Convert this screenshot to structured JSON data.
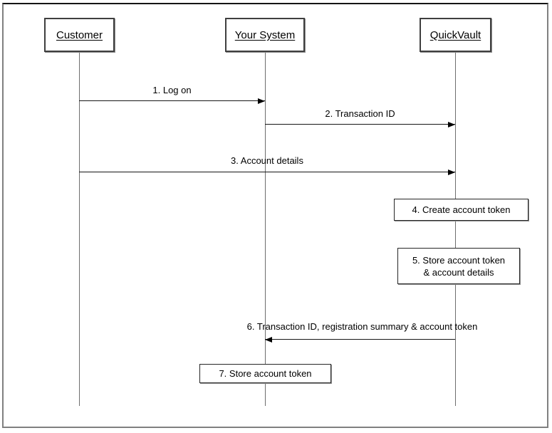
{
  "diagram": {
    "type": "sequence-diagram",
    "actors": [
      {
        "label": "Customer"
      },
      {
        "label": "Your System"
      },
      {
        "label": "QuickVault"
      }
    ],
    "messages": [
      {
        "label": "1. Log on",
        "from": "Customer",
        "to": "Your System",
        "direction": "right"
      },
      {
        "label": "2. Transaction ID",
        "from": "Your System",
        "to": "QuickVault",
        "direction": "right"
      },
      {
        "label": "3. Account details",
        "from": "Customer",
        "to": "QuickVault",
        "direction": "right"
      },
      {
        "label": "6. Transaction ID, registration summary & account token",
        "from": "QuickVault",
        "to": "Your System",
        "direction": "left"
      }
    ],
    "actions": [
      {
        "label": "4. Create account token",
        "on": "QuickVault"
      },
      {
        "label": "5. Store account token & account details",
        "lines": [
          "5. Store account token",
          "& account details"
        ],
        "on": "QuickVault"
      },
      {
        "label": "7. Store account token",
        "on": "Your System"
      }
    ],
    "colors": {
      "background": "#ffffff",
      "arrow": "#000000",
      "lifeline": "#6e6e6e",
      "frame": "#808080"
    }
  }
}
